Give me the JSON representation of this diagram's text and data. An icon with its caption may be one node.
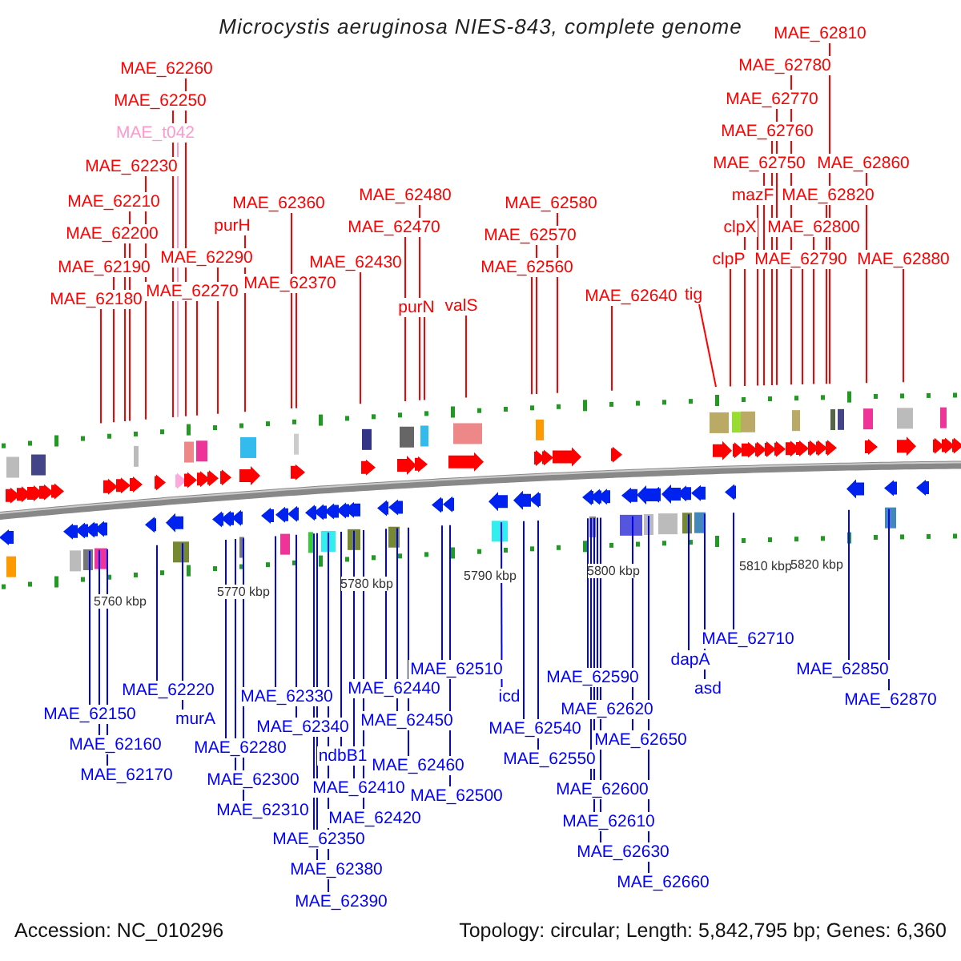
{
  "diagram": {
    "title": "Microcystis aeruginosa NIES-843, complete genome",
    "nodes": [
      {
        "text": [
          "MAE_62260"
        ]
      },
      {
        "text": [
          "MAE_62250"
        ]
      },
      {
        "text": [
          "MAE_t042"
        ]
      },
      {
        "text": [
          "MAE_62230"
        ]
      },
      {
        "text": [
          "MAE_62210"
        ]
      },
      {
        "text": [
          "MAE_62200"
        ]
      },
      {
        "text": [
          "MAE_62190"
        ]
      },
      {
        "text": [
          "MAE_62180"
        ]
      },
      {
        "text": [
          "MAE_62290"
        ]
      },
      {
        "text": [
          "MAE_62270"
        ]
      },
      {
        "text": [
          "purH"
        ]
      },
      {
        "text": [
          "MAE_62360"
        ]
      },
      {
        "text": [
          "MAE_62370"
        ]
      },
      {
        "text": [
          "MAE_62430"
        ]
      },
      {
        "text": [
          "MAE_62480"
        ]
      },
      {
        "text": [
          "MAE_62470"
        ]
      },
      {
        "text": [
          "purN"
        ]
      },
      {
        "text": [
          "valS"
        ]
      },
      {
        "text": [
          "MAE_62580"
        ]
      },
      {
        "text": [
          "MAE_62570"
        ]
      },
      {
        "text": [
          "MAE_62560"
        ]
      },
      {
        "text": [
          "MAE_62640"
        ]
      },
      {
        "text": [
          "tig"
        ]
      },
      {
        "text": [
          "MAE_62810"
        ]
      },
      {
        "text": [
          "MAE_62780"
        ]
      },
      {
        "text": [
          "MAE_62770"
        ]
      },
      {
        "text": [
          "MAE_62760"
        ]
      },
      {
        "text": [
          "MAE_62750"
        ]
      },
      {
        "text": [
          "mazF"
        ]
      },
      {
        "text": [
          "MAE_62860"
        ]
      },
      {
        "text": [
          "MAE_62820"
        ]
      },
      {
        "text": [
          "clpX"
        ]
      },
      {
        "text": [
          "MAE_62800"
        ]
      },
      {
        "text": [
          "clpP"
        ]
      },
      {
        "text": [
          "MAE_62790"
        ]
      },
      {
        "text": [
          "MAE_62880"
        ]
      },
      {
        "text": [
          "MAE_62150"
        ]
      },
      {
        "text": [
          "MAE_62160"
        ]
      },
      {
        "text": [
          "MAE_62170"
        ]
      },
      {
        "text": [
          "MAE_62220"
        ]
      },
      {
        "text": [
          "murA"
        ]
      },
      {
        "text": [
          "MAE_62280"
        ]
      },
      {
        "text": [
          "MAE_62300"
        ]
      },
      {
        "text": [
          "MAE_62310"
        ]
      },
      {
        "text": [
          "MAE_62330"
        ]
      },
      {
        "text": [
          "MAE_62340"
        ]
      },
      {
        "text": [
          "ndbB1"
        ]
      },
      {
        "text": [
          "MAE_62410"
        ]
      },
      {
        "text": [
          "MAE_62420"
        ]
      },
      {
        "text": [
          "MAE_62350"
        ]
      },
      {
        "text": [
          "MAE_62380"
        ]
      },
      {
        "text": [
          "MAE_62390"
        ]
      },
      {
        "text": [
          "MAE_62440"
        ]
      },
      {
        "text": [
          "MAE_62450"
        ]
      },
      {
        "text": [
          "MAE_62460"
        ]
      },
      {
        "text": [
          "MAE_62510"
        ]
      },
      {
        "text": [
          "MAE_62500"
        ]
      },
      {
        "text": [
          "icd"
        ]
      },
      {
        "text": [
          "MAE_62540"
        ]
      },
      {
        "text": [
          "MAE_62550"
        ]
      },
      {
        "text": [
          "MAE_62590"
        ]
      },
      {
        "text": [
          "MAE_62620"
        ]
      },
      {
        "text": [
          "MAE_62650"
        ]
      },
      {
        "text": [
          "MAE_62600"
        ]
      },
      {
        "text": [
          "MAE_62610"
        ]
      },
      {
        "text": [
          "MAE_62630"
        ]
      },
      {
        "text": [
          "MAE_62660"
        ]
      },
      {
        "text": [
          "dapA"
        ]
      },
      {
        "text": [
          "asd"
        ]
      },
      {
        "text": [
          "MAE_62710"
        ]
      },
      {
        "text": [
          "MAE_62850"
        ]
      },
      {
        "text": [
          "MAE_62870"
        ]
      }
    ],
    "edges": [
      {
        "from": 0,
        "to": null,
        "arrow": "none",
        "color": "#ff0000"
      },
      {
        "from": 1,
        "to": null,
        "arrow": "none",
        "color": "#ff0000"
      },
      {
        "from": 2,
        "to": null,
        "arrow": "none",
        "color": "#ff99cc"
      },
      {
        "from": 3,
        "to": null,
        "arrow": "none",
        "color": "#ff0000"
      },
      {
        "from": 4,
        "to": null,
        "arrow": "none",
        "color": "#ff0000"
      },
      {
        "from": 5,
        "to": null,
        "arrow": "none",
        "color": "#ff0000"
      },
      {
        "from": 6,
        "to": null,
        "arrow": "none",
        "color": "#ff0000"
      },
      {
        "from": 7,
        "to": null,
        "arrow": "none",
        "color": "#ff0000"
      },
      {
        "from": 8,
        "to": null,
        "arrow": "none",
        "color": "#ff0000"
      },
      {
        "from": 9,
        "to": null,
        "arrow": "none",
        "color": "#ff0000"
      },
      {
        "from": 10,
        "to": null,
        "arrow": "none",
        "color": "#ff0000"
      },
      {
        "from": 11,
        "to": null,
        "arrow": "none",
        "color": "#ff0000"
      },
      {
        "from": 12,
        "to": null,
        "arrow": "none",
        "color": "#ff0000"
      },
      {
        "from": 13,
        "to": null,
        "arrow": "none",
        "color": "#ff0000"
      },
      {
        "from": 14,
        "to": null,
        "arrow": "none",
        "color": "#ff0000"
      },
      {
        "from": 15,
        "to": null,
        "arrow": "none",
        "color": "#ff0000"
      },
      {
        "from": 16,
        "to": null,
        "arrow": "none",
        "color": "#ff0000"
      },
      {
        "from": 17,
        "to": null,
        "arrow": "none",
        "color": "#ff0000"
      },
      {
        "from": 18,
        "to": null,
        "arrow": "none",
        "color": "#ff0000"
      },
      {
        "from": 19,
        "to": null,
        "arrow": "none",
        "color": "#ff0000"
      },
      {
        "from": 20,
        "to": null,
        "arrow": "none",
        "color": "#ff0000"
      },
      {
        "from": 21,
        "to": null,
        "arrow": "none",
        "color": "#ff0000"
      },
      {
        "from": 22,
        "to": null,
        "arrow": "none",
        "color": "#ff0000"
      },
      {
        "from": 23,
        "to": null,
        "arrow": "none",
        "color": "#ff0000"
      },
      {
        "from": 24,
        "to": null,
        "arrow": "none",
        "color": "#ff0000"
      },
      {
        "from": 25,
        "to": null,
        "arrow": "none",
        "color": "#ff0000"
      },
      {
        "from": 26,
        "to": null,
        "arrow": "none",
        "color": "#ff0000"
      },
      {
        "from": 27,
        "to": null,
        "arrow": "none",
        "color": "#ff0000"
      },
      {
        "from": 28,
        "to": null,
        "arrow": "none",
        "color": "#ff0000"
      },
      {
        "from": 29,
        "to": null,
        "arrow": "none",
        "color": "#ff0000"
      },
      {
        "from": 30,
        "to": null,
        "arrow": "none",
        "color": "#ff0000"
      },
      {
        "from": 31,
        "to": null,
        "arrow": "none",
        "color": "#ff0000"
      },
      {
        "from": 32,
        "to": null,
        "arrow": "none",
        "color": "#ff0000"
      },
      {
        "from": 33,
        "to": null,
        "arrow": "none",
        "color": "#ff0000"
      },
      {
        "from": 34,
        "to": null,
        "arrow": "none",
        "color": "#ff0000"
      },
      {
        "from": 35,
        "to": null,
        "arrow": "none",
        "color": "#ff0000"
      },
      {
        "from": 36,
        "to": null,
        "arrow": "none",
        "color": "#0000ff"
      },
      {
        "from": 37,
        "to": null,
        "arrow": "none",
        "color": "#0000ff"
      },
      {
        "from": 38,
        "to": null,
        "arrow": "none",
        "color": "#0000ff"
      },
      {
        "from": 39,
        "to": null,
        "arrow": "none",
        "color": "#0000ff"
      },
      {
        "from": 40,
        "to": null,
        "arrow": "none",
        "color": "#0000ff"
      },
      {
        "from": 41,
        "to": null,
        "arrow": "none",
        "color": "#0000ff"
      },
      {
        "from": 42,
        "to": null,
        "arrow": "none",
        "color": "#0000ff"
      },
      {
        "from": 43,
        "to": null,
        "arrow": "none",
        "color": "#0000ff"
      },
      {
        "from": 44,
        "to": null,
        "arrow": "none",
        "color": "#0000ff"
      },
      {
        "from": 45,
        "to": null,
        "arrow": "none",
        "color": "#0000ff"
      },
      {
        "from": 46,
        "to": null,
        "arrow": "none",
        "color": "#0000ff"
      },
      {
        "from": 47,
        "to": null,
        "arrow": "none",
        "color": "#0000ff"
      },
      {
        "from": 48,
        "to": null,
        "arrow": "none",
        "color": "#0000ff"
      },
      {
        "from": 49,
        "to": null,
        "arrow": "none",
        "color": "#0000ff"
      },
      {
        "from": 50,
        "to": null,
        "arrow": "none",
        "color": "#0000ff"
      },
      {
        "from": 51,
        "to": null,
        "arrow": "none",
        "color": "#0000ff"
      },
      {
        "from": 52,
        "to": null,
        "arrow": "none",
        "color": "#0000ff"
      },
      {
        "from": 53,
        "to": null,
        "arrow": "none",
        "color": "#0000ff"
      },
      {
        "from": 54,
        "to": null,
        "arrow": "none",
        "color": "#0000ff"
      },
      {
        "from": 55,
        "to": null,
        "arrow": "none",
        "color": "#0000ff"
      },
      {
        "from": 56,
        "to": null,
        "arrow": "none",
        "color": "#0000ff"
      },
      {
        "from": 57,
        "to": null,
        "arrow": "none",
        "color": "#0000ff"
      },
      {
        "from": 58,
        "to": null,
        "arrow": "none",
        "color": "#0000ff"
      },
      {
        "from": 59,
        "to": null,
        "arrow": "none",
        "color": "#0000ff"
      },
      {
        "from": 60,
        "to": null,
        "arrow": "none",
        "color": "#0000ff"
      },
      {
        "from": 61,
        "to": null,
        "arrow": "none",
        "color": "#0000ff"
      },
      {
        "from": 62,
        "to": null,
        "arrow": "none",
        "color": "#0000ff"
      },
      {
        "from": 63,
        "to": null,
        "arrow": "none",
        "color": "#0000ff"
      },
      {
        "from": 64,
        "to": null,
        "arrow": "none",
        "color": "#0000ff"
      },
      {
        "from": 65,
        "to": null,
        "arrow": "none",
        "color": "#0000ff"
      },
      {
        "from": 66,
        "to": null,
        "arrow": "none",
        "color": "#0000ff"
      },
      {
        "from": 67,
        "to": null,
        "arrow": "none",
        "color": "#0000ff"
      },
      {
        "from": 68,
        "to": null,
        "arrow": "none",
        "color": "#0000ff"
      },
      {
        "from": 69,
        "to": null,
        "arrow": "none",
        "color": "#0000ff"
      },
      {
        "from": 70,
        "to": null,
        "arrow": "none",
        "color": "#0000ff"
      },
      {
        "from": 71,
        "to": null,
        "arrow": "none",
        "color": "#0000ff"
      }
    ],
    "labels": [
      "5760 kbp",
      "5770 kbp",
      "5780 kbp",
      "5790 kbp",
      "5800 kbp",
      "5810 kbp",
      "5820 kbp",
      "Accession: NC_010296",
      "Topology: circular; Length: 5,842,795 bp; Genes: 6,360"
    ]
  }
}
